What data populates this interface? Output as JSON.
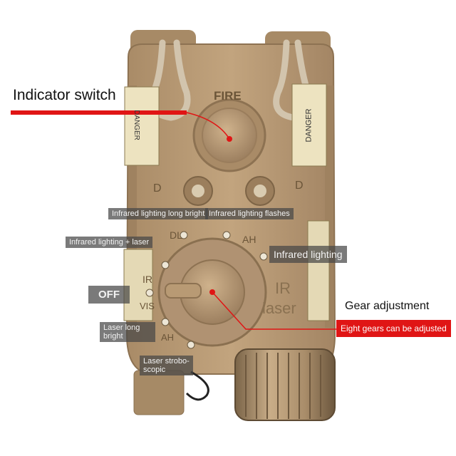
{
  "callouts": {
    "indicator_switch": "Indicator switch",
    "gear_adjustment": "Gear adjustment",
    "eight_gears": "Eight gears can be adjusted"
  },
  "modes": {
    "ir_long_bright": "Infrared lighting long bright",
    "ir_flashes": "Infrared lighting flashes",
    "ir_plus_laser": "Infrared lighting + laser",
    "ir_lighting": "Infrared lighting",
    "off": "OFF",
    "laser_long_bright": "Laser long\nbright",
    "laser_strobe": "Laser strobo-\nscopic"
  },
  "device_markings": {
    "fire": "FIRE",
    "danger_left": "DANGER",
    "danger_right": "DANGER",
    "d_left": "D",
    "d_right": "D",
    "dl": "DL",
    "ah_top": "AH",
    "ah_bottom": "AH",
    "ir": "IR",
    "vis": "VIS",
    "ir_laser": "IR",
    "laser": "laser"
  },
  "colors": {
    "device_body": "#b89a74",
    "accent_red": "#e01515",
    "background": "#ffffff"
  }
}
